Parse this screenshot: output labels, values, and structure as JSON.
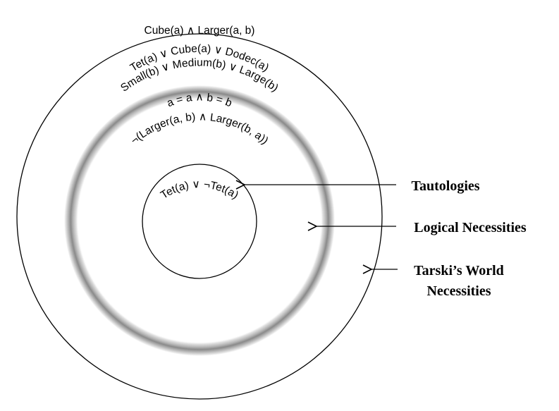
{
  "outer_circle": {
    "top_label": "Cube(a) ∧ Larger(a, b)",
    "curved_line_1": "Tet(a) ∨ Cube(a) ∨ Dodec(a)",
    "curved_line_2": "Small(b) ∨ Medium(b) ∨ Large(b)"
  },
  "middle_ring": {
    "curved_line_1": "¬(Larger(a, b) ∧ Larger(b, a))",
    "curved_line_2": "a = a ∧ b = b"
  },
  "inner_circle": {
    "curved_label": "Tet(a) ∨ ¬Tet(a)"
  },
  "legend": {
    "tautologies": "Tautologies",
    "logical_necessities": "Logical Necessities",
    "tarskis_world_line1": "Tarski’s World",
    "tarskis_world_line2": "Necessities"
  },
  "colors": {
    "line": "#000000",
    "ring_shadow": "#8a8a8a",
    "background": "#ffffff"
  }
}
